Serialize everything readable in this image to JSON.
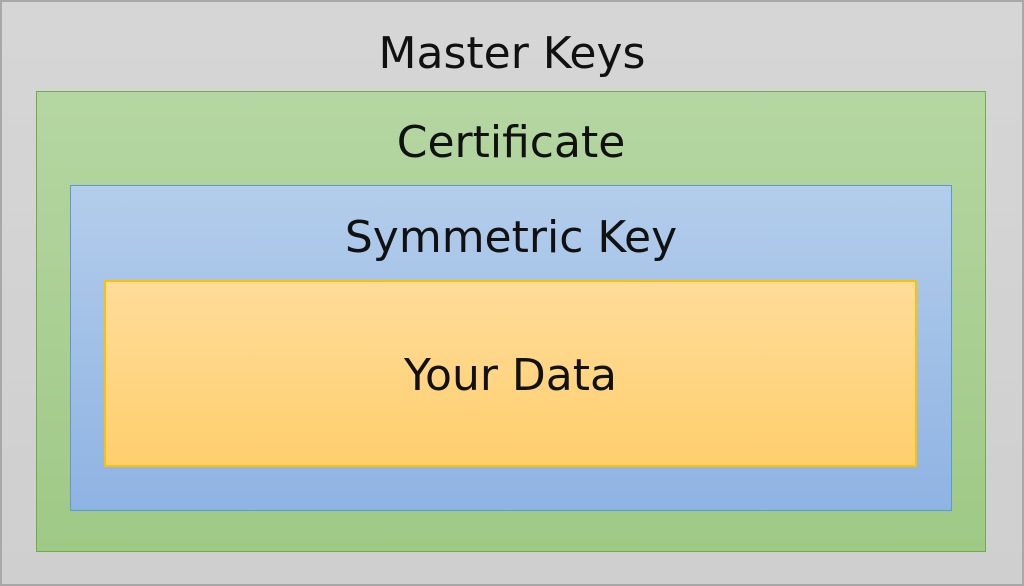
{
  "layers": {
    "master_keys": {
      "label": "Master Keys"
    },
    "certificate": {
      "label": "Certificate"
    },
    "symmetric_key": {
      "label": "Symmetric Key"
    },
    "your_data": {
      "label": "Your Data"
    }
  },
  "colors": {
    "master_keys_fill": "#d3d3d3",
    "certificate_fill": "#a9d08e",
    "symmetric_key_fill": "#9dc3e6",
    "your_data_fill": "#ffd57f"
  }
}
